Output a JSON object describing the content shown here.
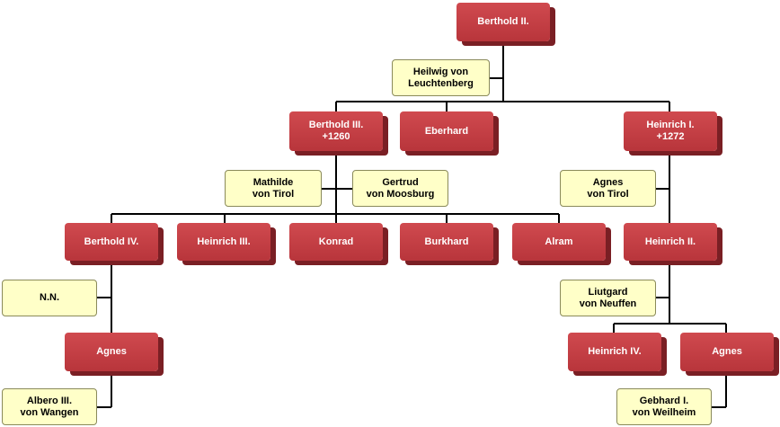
{
  "nodes": {
    "berthold_ii": "Berthold II.",
    "heilwig": "Heilwig von\nLeuchtenberg",
    "berthold_iii": "Berthold III.\n+1260",
    "eberhard": "Eberhard",
    "heinrich_i": "Heinrich I.\n+1272",
    "mathilde": "Mathilde\nvon Tirol",
    "gertrud": "Gertrud\nvon Moosburg",
    "agnes_tirol": "Agnes\nvon Tirol",
    "berthold_iv": "Berthold IV.",
    "heinrich_iii": "Heinrich III.",
    "konrad": "Konrad",
    "burkhard": "Burkhard",
    "alram": "Alram",
    "heinrich_ii": "Heinrich II.",
    "nn": "N.N.",
    "liutgard": "Liutgard\nvon Neuffen",
    "agnes_1": "Agnes",
    "heinrich_iv": "Heinrich IV.",
    "agnes_2": "Agnes",
    "albero": "Albero III.\nvon Wangen",
    "gebhard": "Gebhard I.\nvon Weilheim"
  },
  "colors": {
    "person_fill": "#c0393e",
    "spouse_fill": "#ffffc8",
    "line": "#000000"
  }
}
